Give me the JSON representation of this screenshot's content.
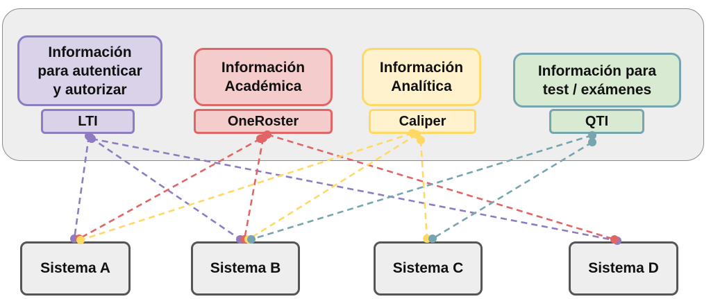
{
  "colors": {
    "purple": "#8e7cc3",
    "purple_fill": "#d9d2e9",
    "red": "#e06666",
    "red_fill": "#f4cccc",
    "yellow": "#ffd966",
    "yellow_fill": "#fff2cc",
    "teal": "#76a5af",
    "teal_fill": "#d9ead3",
    "system_border": "#555555",
    "panel": "#eeeeee"
  },
  "standards": [
    {
      "category": "Información\npara autenticar\ny autorizar",
      "name": "LTI",
      "color": "purple"
    },
    {
      "category": "Información\nAcadémica",
      "name": "OneRoster",
      "color": "red"
    },
    {
      "category": "Información\nAnalítica",
      "name": "Caliper",
      "color": "yellow"
    },
    {
      "category": "Información para\ntest / exámenes",
      "name": "QTI",
      "color": "teal"
    }
  ],
  "systems": [
    {
      "name": "Sistema A"
    },
    {
      "name": "Sistema B"
    },
    {
      "name": "Sistema C"
    },
    {
      "name": "Sistema D"
    }
  ],
  "connections": [
    {
      "from": "LTI",
      "to": "Sistema A",
      "color": "purple"
    },
    {
      "from": "LTI",
      "to": "Sistema B",
      "color": "purple"
    },
    {
      "from": "LTI",
      "to": "Sistema D",
      "color": "purple"
    },
    {
      "from": "OneRoster",
      "to": "Sistema A",
      "color": "red"
    },
    {
      "from": "OneRoster",
      "to": "Sistema B",
      "color": "red"
    },
    {
      "from": "OneRoster",
      "to": "Sistema D",
      "color": "red"
    },
    {
      "from": "Caliper",
      "to": "Sistema A",
      "color": "yellow"
    },
    {
      "from": "Caliper",
      "to": "Sistema B",
      "color": "yellow"
    },
    {
      "from": "Caliper",
      "to": "Sistema C",
      "color": "yellow"
    },
    {
      "from": "QTI",
      "to": "Sistema B",
      "color": "teal"
    },
    {
      "from": "QTI",
      "to": "Sistema C",
      "color": "teal"
    }
  ]
}
